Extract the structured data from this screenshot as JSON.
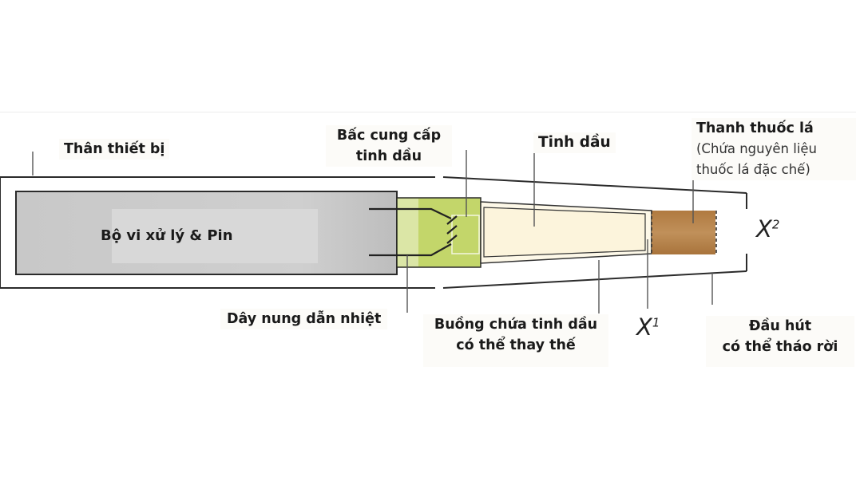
{
  "labels": {
    "body": "Thân thiết bị",
    "processor": "Bộ vi xử lý & Pin",
    "wick_line1": "Bấc cung cấp",
    "wick_line2": "tinh dầu",
    "oil": "Tinh dầu",
    "tobacco_line1": "Thanh thuốc lá",
    "tobacco_line2": "(Chứa nguyên liệu",
    "tobacco_line3": "thuốc lá đặc chế)",
    "heater": "Dây nung dẫn nhiệt",
    "chamber_line1": "Buồng chứa tinh dầu",
    "chamber_line2": "có thể thay thế",
    "x1_base": "X",
    "x1_sup": "1",
    "x2_base": "X",
    "x2_sup": "2",
    "mouthpiece_line1": "Đầu hút",
    "mouthpiece_line2": "có thể tháo rời"
  },
  "colors": {
    "processor_fill": "#c9c9c9",
    "wick_fill": "#c3d66a",
    "oil_fill": "#fcf6e4",
    "tobacco_fill": "#b88448",
    "outline": "#2b2b2b"
  }
}
